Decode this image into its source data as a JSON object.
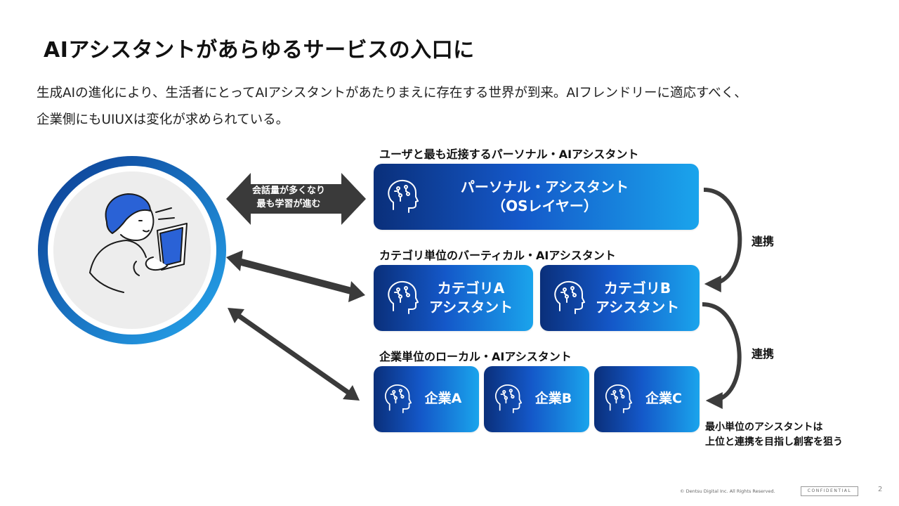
{
  "title": "AIアシスタントがあらゆるサービスの入口に",
  "lead": {
    "line1": "生成AIの進化により、生活者にとってAIアシスタントがあたりまえに存在する世界が到来。AIフレンドリーに適応すべく、",
    "line2": "企業側にもUIUXは変化が求められている。"
  },
  "arrow_top_label": {
    "line1": "会話量が多くなり",
    "line2": "最も学習が進む"
  },
  "personal": {
    "section_label": "ユーザと最も近接するパーソナル・AIアシスタント",
    "box_line1": "パーソナル・アシスタント",
    "box_line2": "（OSレイヤー）"
  },
  "vertical": {
    "section_label": "カテゴリ単位のバーティカル・AIアシスタント",
    "a_line1": "カテゴリA",
    "a_line2": "アシスタント",
    "b_line1": "カテゴリB",
    "b_line2": "アシスタント"
  },
  "local": {
    "section_label": "企業単位のローカル・AIアシスタント",
    "a": "企業A",
    "b": "企業B",
    "c": "企業C"
  },
  "link1": "連携",
  "link2": "連携",
  "note": {
    "line1": "最小単位のアシスタントは",
    "line2": "上位と連携を目指し創客を狙う"
  },
  "footer": {
    "copyright": "© Dentsu Digital Inc. All Rights Reserved.",
    "confidential": "CONFIDENTIAL",
    "page": "2"
  },
  "colors": {
    "gradient_start": "#0a2f7a",
    "gradient_end": "#1aa4ec",
    "arrow": "#444444",
    "ring": "#1a6fd6"
  },
  "icons": {
    "box_icon": "ai-head-icon",
    "user_figure": "person-with-tablet-illustration"
  }
}
